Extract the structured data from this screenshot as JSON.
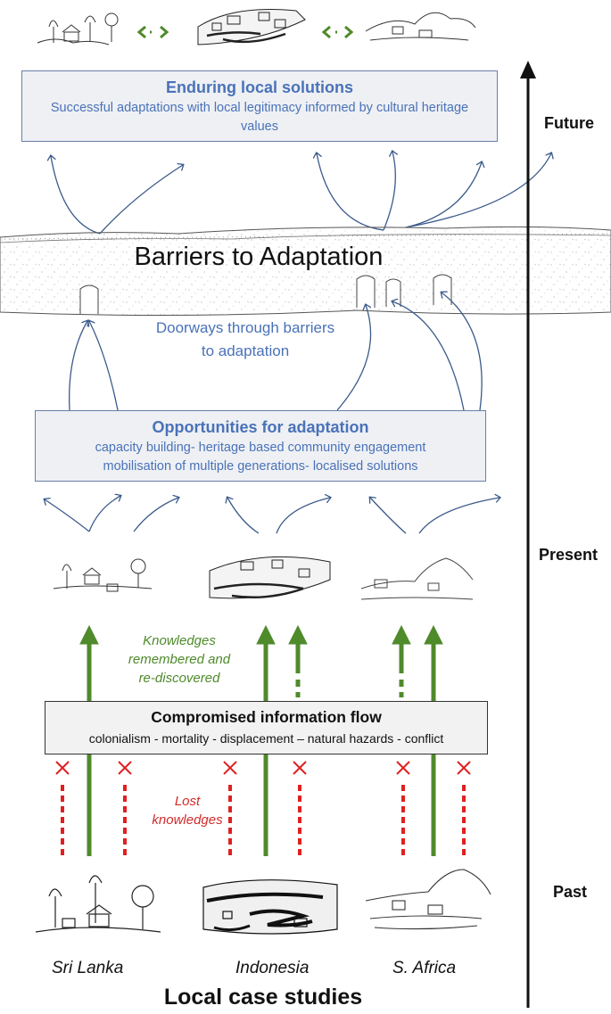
{
  "top_box": {
    "title": "Enduring local solutions",
    "text": "Successful adaptations with local legitimacy informed by cultural heritage values"
  },
  "barrier": {
    "title": "Barriers to Adaptation",
    "doorways_line1": "Doorways through barriers",
    "doorways_line2": "to adaptation"
  },
  "opportunities_box": {
    "title": "Opportunities for adaptation",
    "line1": "capacity building- heritage based community engagement",
    "line2": "mobilisation of multiple generations- localised solutions"
  },
  "knowledges": {
    "line1": "Knowledges",
    "line2": "remembered and",
    "line3": "re-discovered"
  },
  "compromised_box": {
    "title": "Compromised information flow",
    "text": "colonialism - mortality - displacement – natural hazards - conflict"
  },
  "lost": {
    "line1": "Lost",
    "line2": "knowledges"
  },
  "timeline": {
    "future": "Future",
    "present": "Present",
    "past": "Past"
  },
  "places": [
    "Sri Lanka",
    "Indonesia",
    "S. Africa"
  ],
  "footer": "Local case studies",
  "colors": {
    "blue_text": "#4a72b8",
    "blue_arrow": "#3b5a8a",
    "green": "#4f8a2b",
    "red": "#e02020"
  }
}
